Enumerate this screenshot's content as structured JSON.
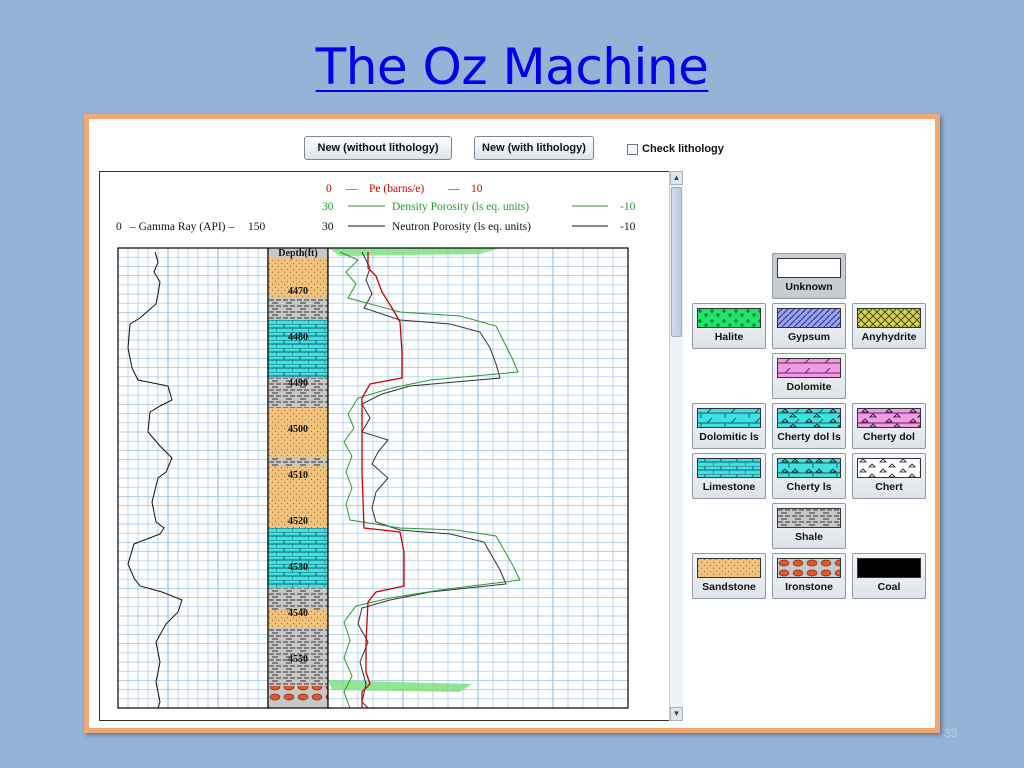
{
  "slide": {
    "title": "The Oz Machine",
    "page_number": "33"
  },
  "toolbar": {
    "new_without_label": "New (without lithology)",
    "new_with_label": "New (with lithology)",
    "check_label": "Check lithology",
    "check_checked": false
  },
  "log": {
    "legend": {
      "pe": {
        "left": "0",
        "dash1": "—",
        "label": "Pe (barns/e)",
        "dash2": "—",
        "right": "10",
        "color": "#cc0000"
      },
      "density": {
        "left": "30",
        "label": "Density Porosity (ls eq. units)",
        "right": "-10",
        "color": "#2a9a2a"
      },
      "gamma": {
        "left": "0",
        "label": "– Gamma Ray (API) –",
        "right": "150",
        "color": "#111111"
      },
      "neutron": {
        "left": "30",
        "label": "Neutron Porosity (ls eq. units)",
        "right": "-10",
        "color": "#111111"
      }
    },
    "depth_header": "Depth(ft)",
    "depth_ticks": [
      "4470",
      "4480",
      "4490",
      "4500",
      "4510",
      "4520",
      "4530",
      "4540",
      "4550"
    ]
  },
  "colors": {
    "sandstone": "#f0c27c",
    "limestone": "#3fe2e0",
    "shale": "#c7c7c7",
    "halite": "#22e36a",
    "gypsum": "#9aa2f2",
    "anhydrite": "#d6d44a",
    "dolomite": "#f09ae6",
    "ironstone": "#e0552a",
    "coal": "#000000",
    "gamma": "#111111",
    "pe": "#cc0000",
    "density": "#2a9a2a",
    "grid": "#9cc3e4"
  },
  "lithology_buttons": [
    {
      "id": "unknown",
      "label": "Unknown"
    },
    {
      "id": "halite",
      "label": "Halite"
    },
    {
      "id": "gypsum",
      "label": "Gypsum"
    },
    {
      "id": "anhydrite",
      "label": "Anyhydrite"
    },
    {
      "id": "dolomite",
      "label": "Dolomite"
    },
    {
      "id": "dolomitic-ls",
      "label": "Dolomitic ls"
    },
    {
      "id": "cherty-dol-ls",
      "label": "Cherty dol ls"
    },
    {
      "id": "cherty-dol",
      "label": "Cherty dol"
    },
    {
      "id": "limestone",
      "label": "Limestone"
    },
    {
      "id": "cherty-ls",
      "label": "Cherty ls"
    },
    {
      "id": "chert",
      "label": "Chert"
    },
    {
      "id": "shale",
      "label": "Shale"
    },
    {
      "id": "sandstone",
      "label": "Sandstone"
    },
    {
      "id": "ironstone",
      "label": "Ironstone"
    },
    {
      "id": "coal",
      "label": "Coal"
    }
  ]
}
